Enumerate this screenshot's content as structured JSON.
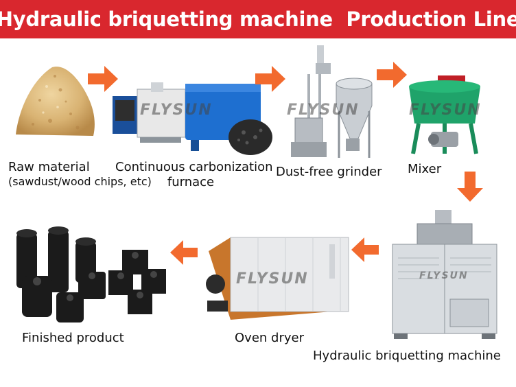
{
  "title": "Hydraulic briquetting machine  Production Line",
  "watermark": "FLYSUN",
  "stages": {
    "raw": {
      "line1": "Raw material",
      "line2": "(sawdust/wood chips, etc)"
    },
    "furnace": {
      "line1": "Continuous carbonization",
      "line2": "furnace"
    },
    "grinder": {
      "label": "Dust-free grinder"
    },
    "mixer": {
      "label": "Mixer"
    },
    "press": {
      "label": "Hydraulic briquetting machine"
    },
    "dryer": {
      "label": "Oven dryer"
    },
    "product": {
      "label": "Finished product"
    }
  },
  "colors": {
    "banner": "#d9272e",
    "arrow": "#f26a2e",
    "furnace": "#1e6fd0",
    "mixer": "#1fa36a",
    "steel": "#c9ced3",
    "dryer_panel": "#e9eaec",
    "dryer_side": "#c8762c",
    "briquette": "#1b1b1b"
  },
  "icons": [
    "right-arrow-icon",
    "down-arrow-icon",
    "left-arrow-icon"
  ]
}
